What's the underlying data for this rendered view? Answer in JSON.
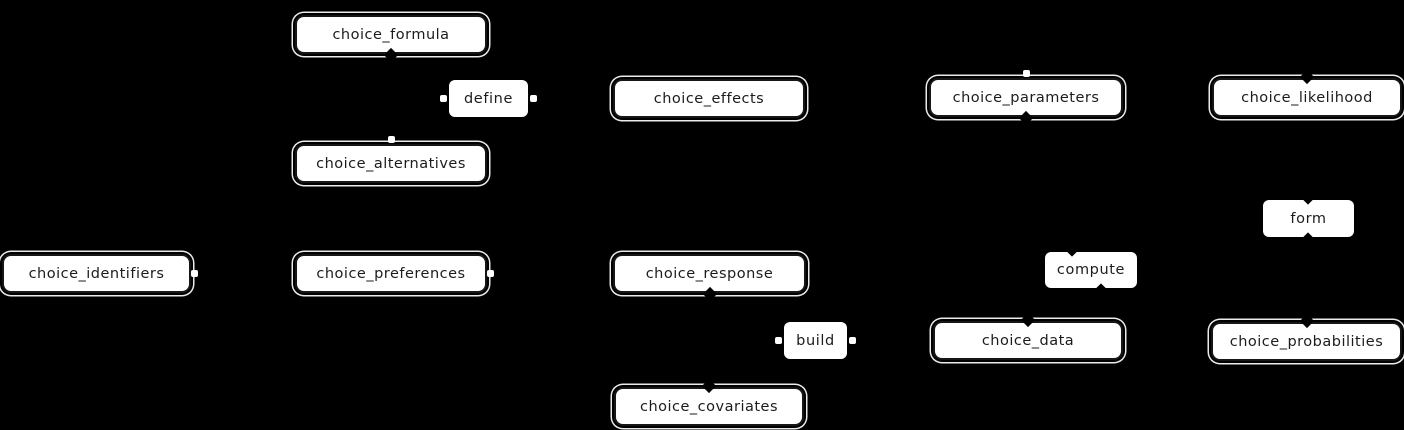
{
  "diagram": {
    "background_color": "#000000",
    "node_fill_color": "#ffffff",
    "node_border_color": "#161616",
    "text_color": "#1c1c1c",
    "nodes": [
      {
        "label": "choice_formula"
      },
      {
        "label": "choice_effects"
      },
      {
        "label": "choice_parameters"
      },
      {
        "label": "choice_likelihood"
      },
      {
        "label": "choice_alternatives"
      },
      {
        "label": "choice_identifiers"
      },
      {
        "label": "choice_preferences"
      },
      {
        "label": "choice_response"
      },
      {
        "label": "choice_data"
      },
      {
        "label": "choice_probabilities"
      },
      {
        "label": "choice_covariates"
      }
    ],
    "edge_labels": [
      {
        "label": "define"
      },
      {
        "label": "form"
      },
      {
        "label": "compute"
      },
      {
        "label": "build"
      }
    ]
  }
}
